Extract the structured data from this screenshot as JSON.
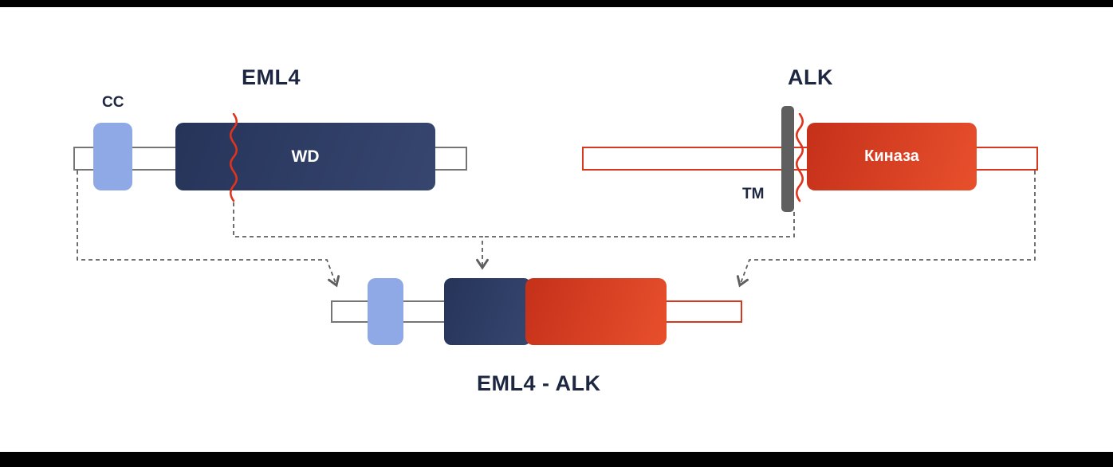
{
  "colors": {
    "navy_dark": "#26345a",
    "navy_light": "#37466f",
    "light_blue": "#8fa9e6",
    "red_dark": "#c5301a",
    "red_light": "#e8502c",
    "red_stroke": "#d6381f",
    "gray_stroke": "#757575",
    "dash_gray": "#5f5f5f",
    "tm_gray": "#5f5f5f",
    "title_color": "#1d2742"
  },
  "eml4": {
    "title": "EML4",
    "cc_label": "CC",
    "wd_label": "WD"
  },
  "alk": {
    "title": "ALK",
    "tm_label": "TM",
    "kinase_label": "Киназа"
  },
  "fusion": {
    "title": "EML4 - ALK"
  }
}
